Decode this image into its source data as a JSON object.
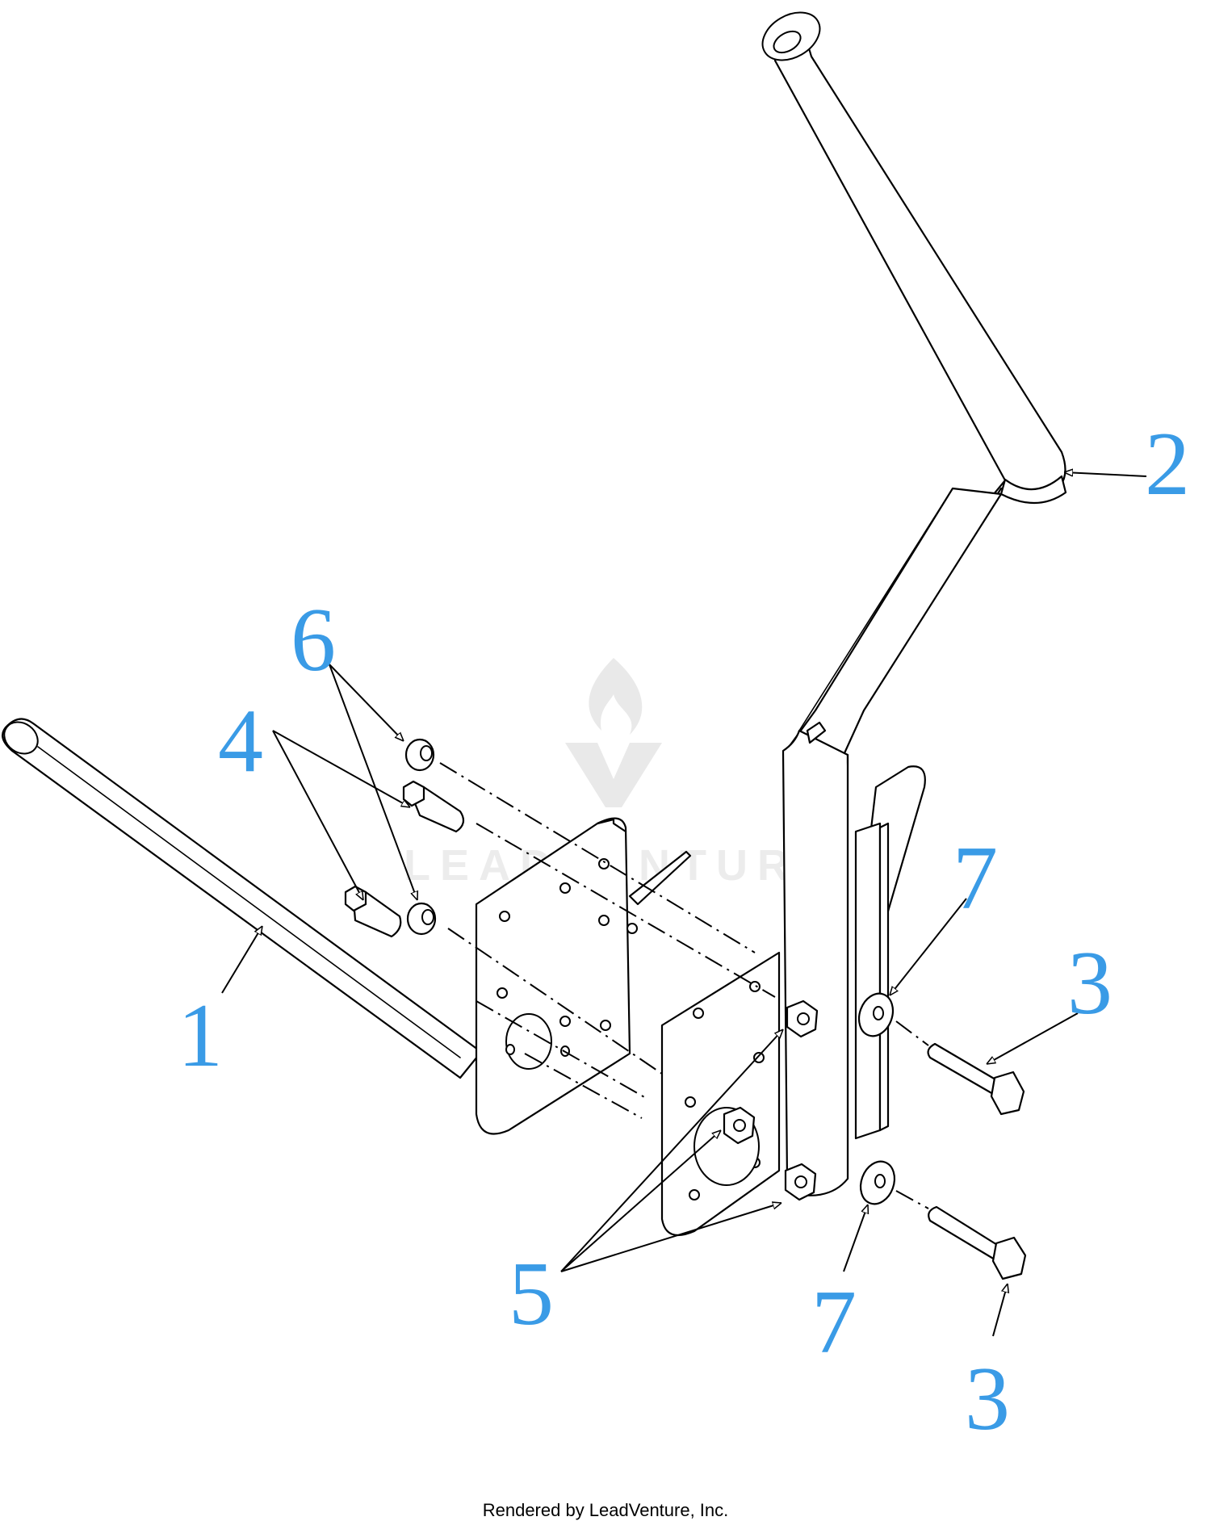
{
  "accent_color": "#3a9be6",
  "callouts": {
    "c1": "1",
    "c2": "2",
    "c3a": "3",
    "c3b": "3",
    "c4": "4",
    "c5": "5",
    "c6": "6",
    "c7a": "7",
    "c7b": "7"
  },
  "watermark": {
    "text": "LEADVENTURE",
    "icon": "flame-v-logo"
  },
  "footer": {
    "credit": "Rendered by LeadVenture, Inc."
  }
}
